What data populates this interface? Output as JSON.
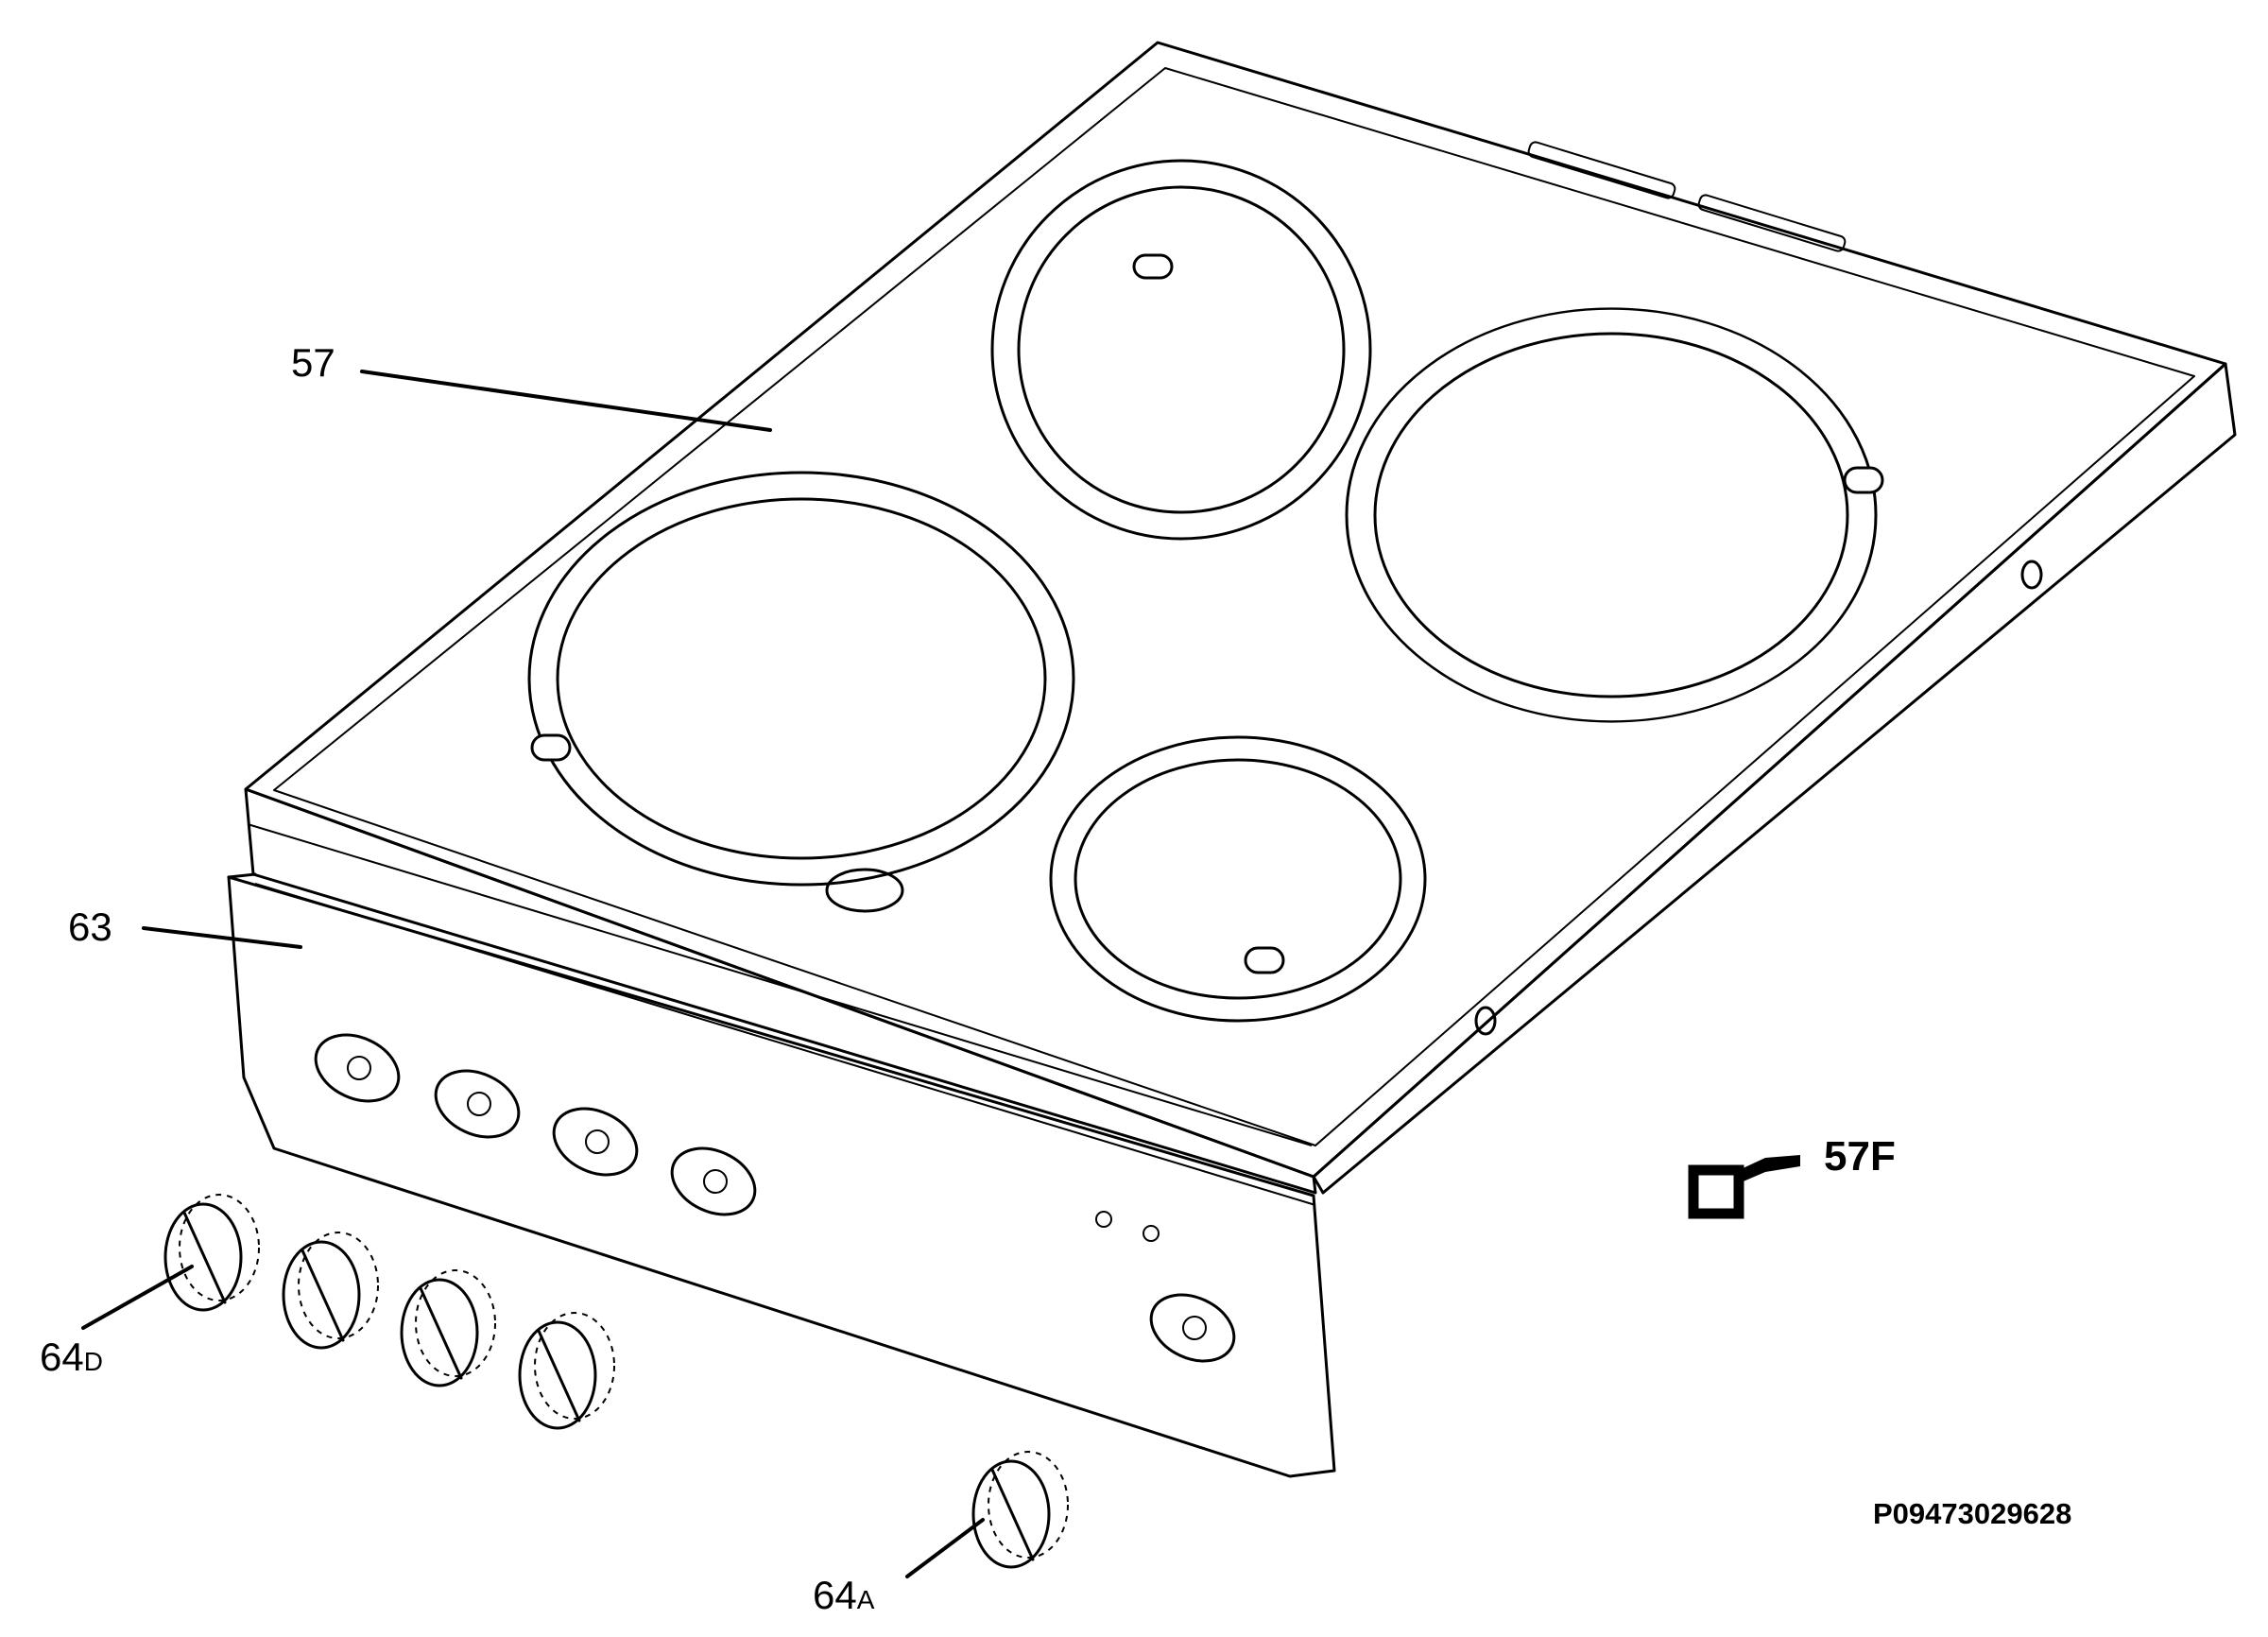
{
  "callouts": {
    "glass_top": "57",
    "control_panel": "63",
    "knob_d_main": "64",
    "knob_d_sub": "D",
    "knob_a_main": "64",
    "knob_a_sub": "A",
    "kit": "57F"
  },
  "drawing_code": "P09473029628",
  "icons": {
    "kit_symbol": "wrench-key-icon"
  }
}
